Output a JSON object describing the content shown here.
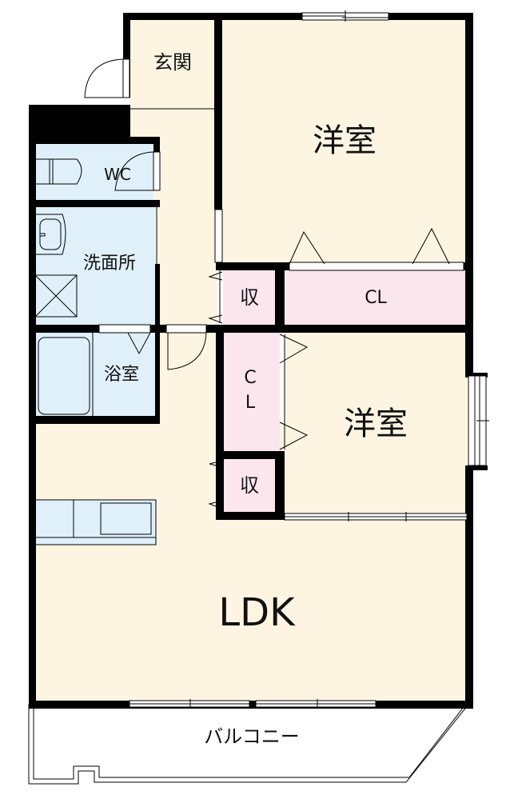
{
  "floor_plan": {
    "title": "Apartment floor plan (2LDK)",
    "colors": {
      "wall": "#000000",
      "living_floor": "#fdf5e2",
      "wet_area": "#dff0fb",
      "storage": "#fce6ee",
      "balcony": "#ffffff"
    },
    "rooms": [
      {
        "id": "genkan",
        "label": "玄関",
        "meaning": "Entrance"
      },
      {
        "id": "wc",
        "label": "WC",
        "meaning": "Toilet"
      },
      {
        "id": "senmenjo",
        "label": "洗面所",
        "meaning": "Washroom"
      },
      {
        "id": "yokushitsu",
        "label": "浴室",
        "meaning": "Bathroom"
      },
      {
        "id": "yoshitsu1",
        "label": "洋室",
        "meaning": "Western-style room (upper)"
      },
      {
        "id": "shu1",
        "label": "収",
        "meaning": "Storage (upper)"
      },
      {
        "id": "cl1",
        "label": "CL",
        "meaning": "Closet (upper)"
      },
      {
        "id": "cl2",
        "label": "C L",
        "meaning": "Closet (middle, vertical)"
      },
      {
        "id": "yoshitsu2",
        "label": "洋室",
        "meaning": "Western-style room (middle)"
      },
      {
        "id": "shu2",
        "label": "収",
        "meaning": "Storage (lower)"
      },
      {
        "id": "ldk",
        "label": "LDK",
        "meaning": "Living, dining, kitchen"
      },
      {
        "id": "balcony",
        "label": "バルコニー",
        "meaning": "Balcony"
      }
    ]
  }
}
